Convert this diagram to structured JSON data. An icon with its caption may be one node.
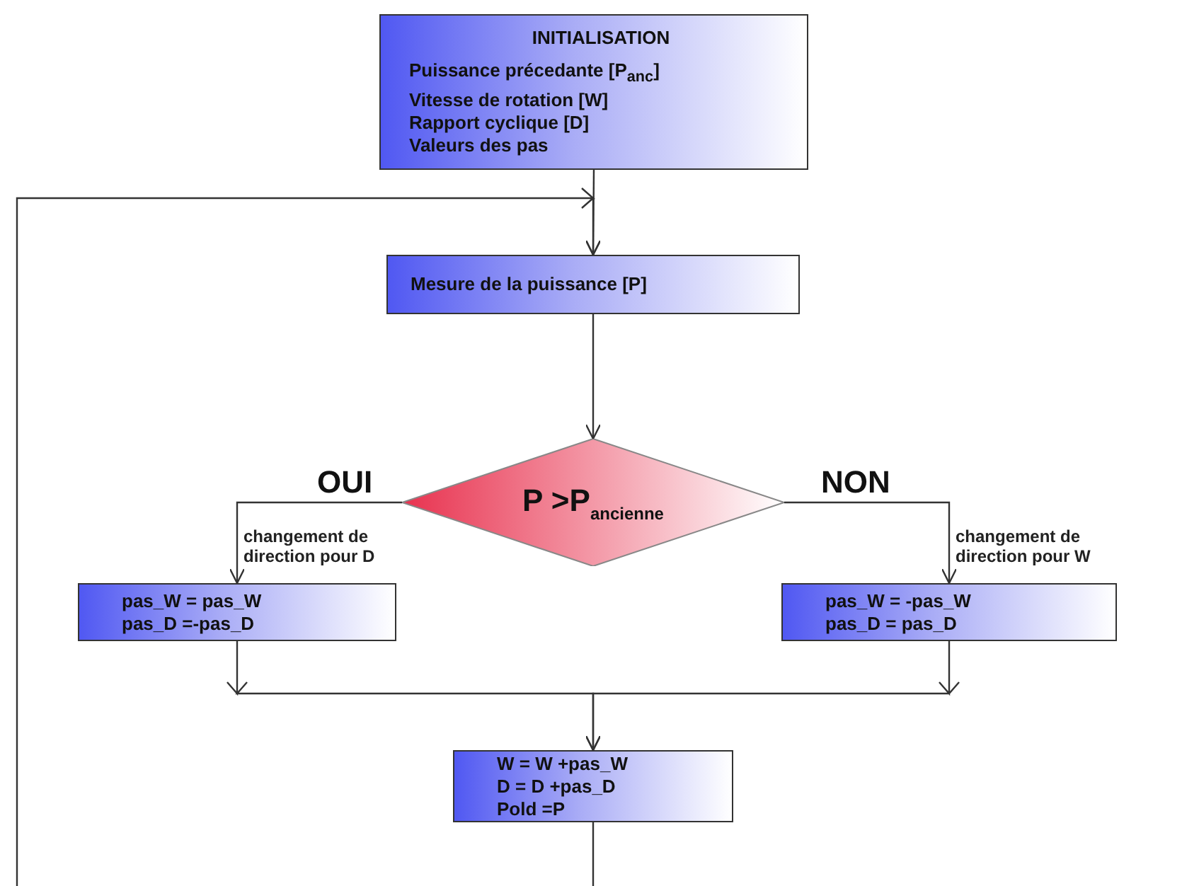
{
  "diagram": {
    "nodes": [
      {
        "text": [
          "INITIALISATION",
          "Puissance précedante [P$_{anc}$]",
          "Vitesse de rotation [W]",
          "Rapport cyclique [D]",
          "Valeurs des pas"
        ]
      },
      {
        "text": [
          "Mesure de la puissance [P]"
        ]
      },
      {
        "text": [
          "P >P$_{ancienne}$"
        ]
      },
      {
        "text": [
          "pas_W = pas_W",
          "pas_D =-pas_D"
        ]
      },
      {
        "text": [
          "pas_W = -pas_W",
          "pas_D = pas_D"
        ]
      },
      {
        "text": [
          "W = W +pas_W",
          "D = D +pas_D",
          "Pold =P"
        ]
      }
    ],
    "edges": [
      {
        "from": 0,
        "to": 1,
        "arrow": "to"
      },
      {
        "from": 1,
        "to": 2,
        "arrow": "to"
      },
      {
        "from": 2,
        "to": 3,
        "arrow": "to",
        "label": "OUI"
      },
      {
        "from": 2,
        "to": 4,
        "arrow": "to",
        "label": "NON"
      },
      {
        "from": 3,
        "to": 5,
        "arrow": "to"
      },
      {
        "from": 4,
        "to": 5,
        "arrow": "to"
      },
      {
        "from": 5,
        "to": 1,
        "arrow": "to"
      }
    ],
    "labels": [
      "changement de direction pour D",
      "changement de direction pour W"
    ]
  }
}
